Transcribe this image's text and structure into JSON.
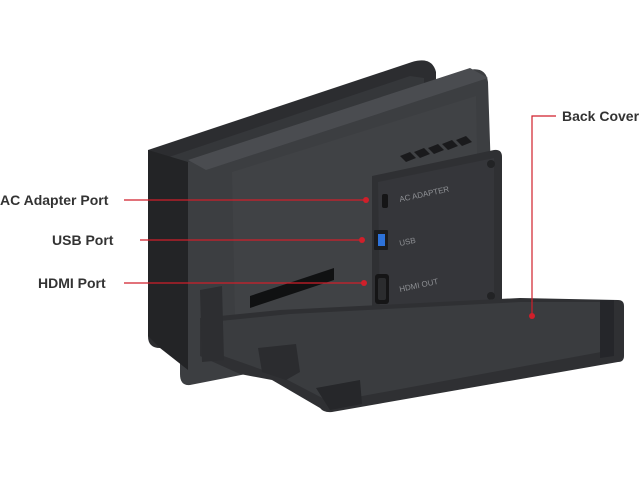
{
  "labels": {
    "back_cover": "Back Cover",
    "ac_adapter_port": "AC Adapter Port",
    "usb_port": "USB Port",
    "hdmi_port": "HDMI Port"
  },
  "printed": {
    "ac_adapter": "AC ADAPTER",
    "usb": "USB",
    "hdmi_out": "HDMI OUT"
  },
  "colors": {
    "callout_line": "#d01f2a",
    "callout_dot": "#d01f2a",
    "label_text": "#333333",
    "dock_body": "#3a3c3f",
    "dock_dark": "#2a2b2d"
  }
}
